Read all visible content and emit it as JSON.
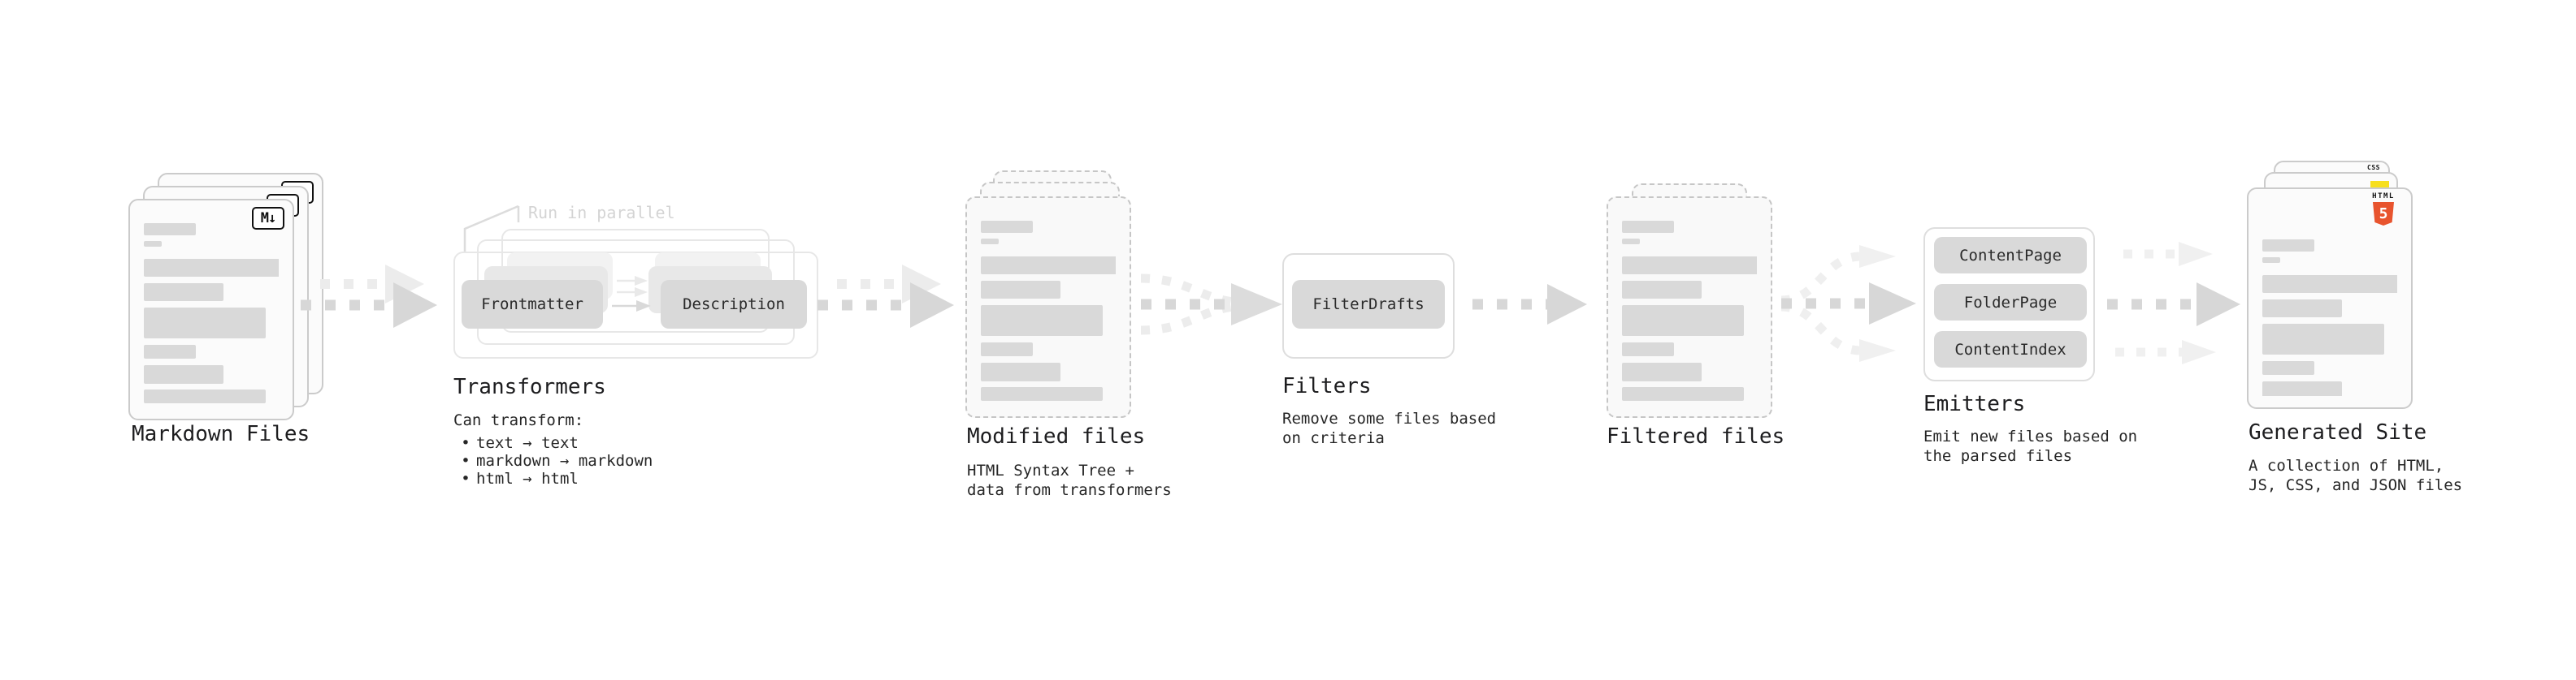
{
  "stages": {
    "markdown_files": {
      "title": "Markdown Files"
    },
    "transformers": {
      "title": "Transformers",
      "annotation": "Run in parallel",
      "chips": {
        "left": "Frontmatter",
        "right": "Description"
      },
      "body": {
        "intro": "Can transform:",
        "bullet_char": "•",
        "bullets": [
          "text → text",
          "markdown → markdown",
          "html → html"
        ]
      }
    },
    "modified_files": {
      "title": "Modified files",
      "subtitle_line1": "HTML Syntax Tree +",
      "subtitle_line2": "data from transformers"
    },
    "filters": {
      "title": "Filters",
      "subtitle_line1": "Remove some files based",
      "subtitle_line2": "on criteria",
      "chip": "FilterDrafts"
    },
    "filtered_files": {
      "title": "Filtered files"
    },
    "emitters": {
      "title": "Emitters",
      "subtitle_line1": "Emit new files based on",
      "subtitle_line2": "the parsed files",
      "chips": [
        "ContentPage",
        "FolderPage",
        "ContentIndex"
      ]
    },
    "generated_site": {
      "title": "Generated Site",
      "subtitle_line1": "A collection of HTML,",
      "subtitle_line2": "JS, CSS, and JSON files"
    }
  },
  "icons": {
    "markdown_glyph": "M↓",
    "html5_label": "HTML",
    "html5_glyph": "5",
    "css_label": "CSS"
  },
  "colors": {
    "html5_orange": "#e8542e",
    "js_yellow": "#f7df1e",
    "css_blue": "#2b6bf3",
    "chip_gray": "#d9d9d9",
    "bar_gray": "#d9d9d9",
    "arrow_dark": "#d7d7d7",
    "arrow_light": "#ececec",
    "outline_gray": "#e7e7e7",
    "doc_border": "#cbcbcb",
    "text_dark": "#1d1d1f",
    "annotation_gray": "#d4d4d4"
  }
}
